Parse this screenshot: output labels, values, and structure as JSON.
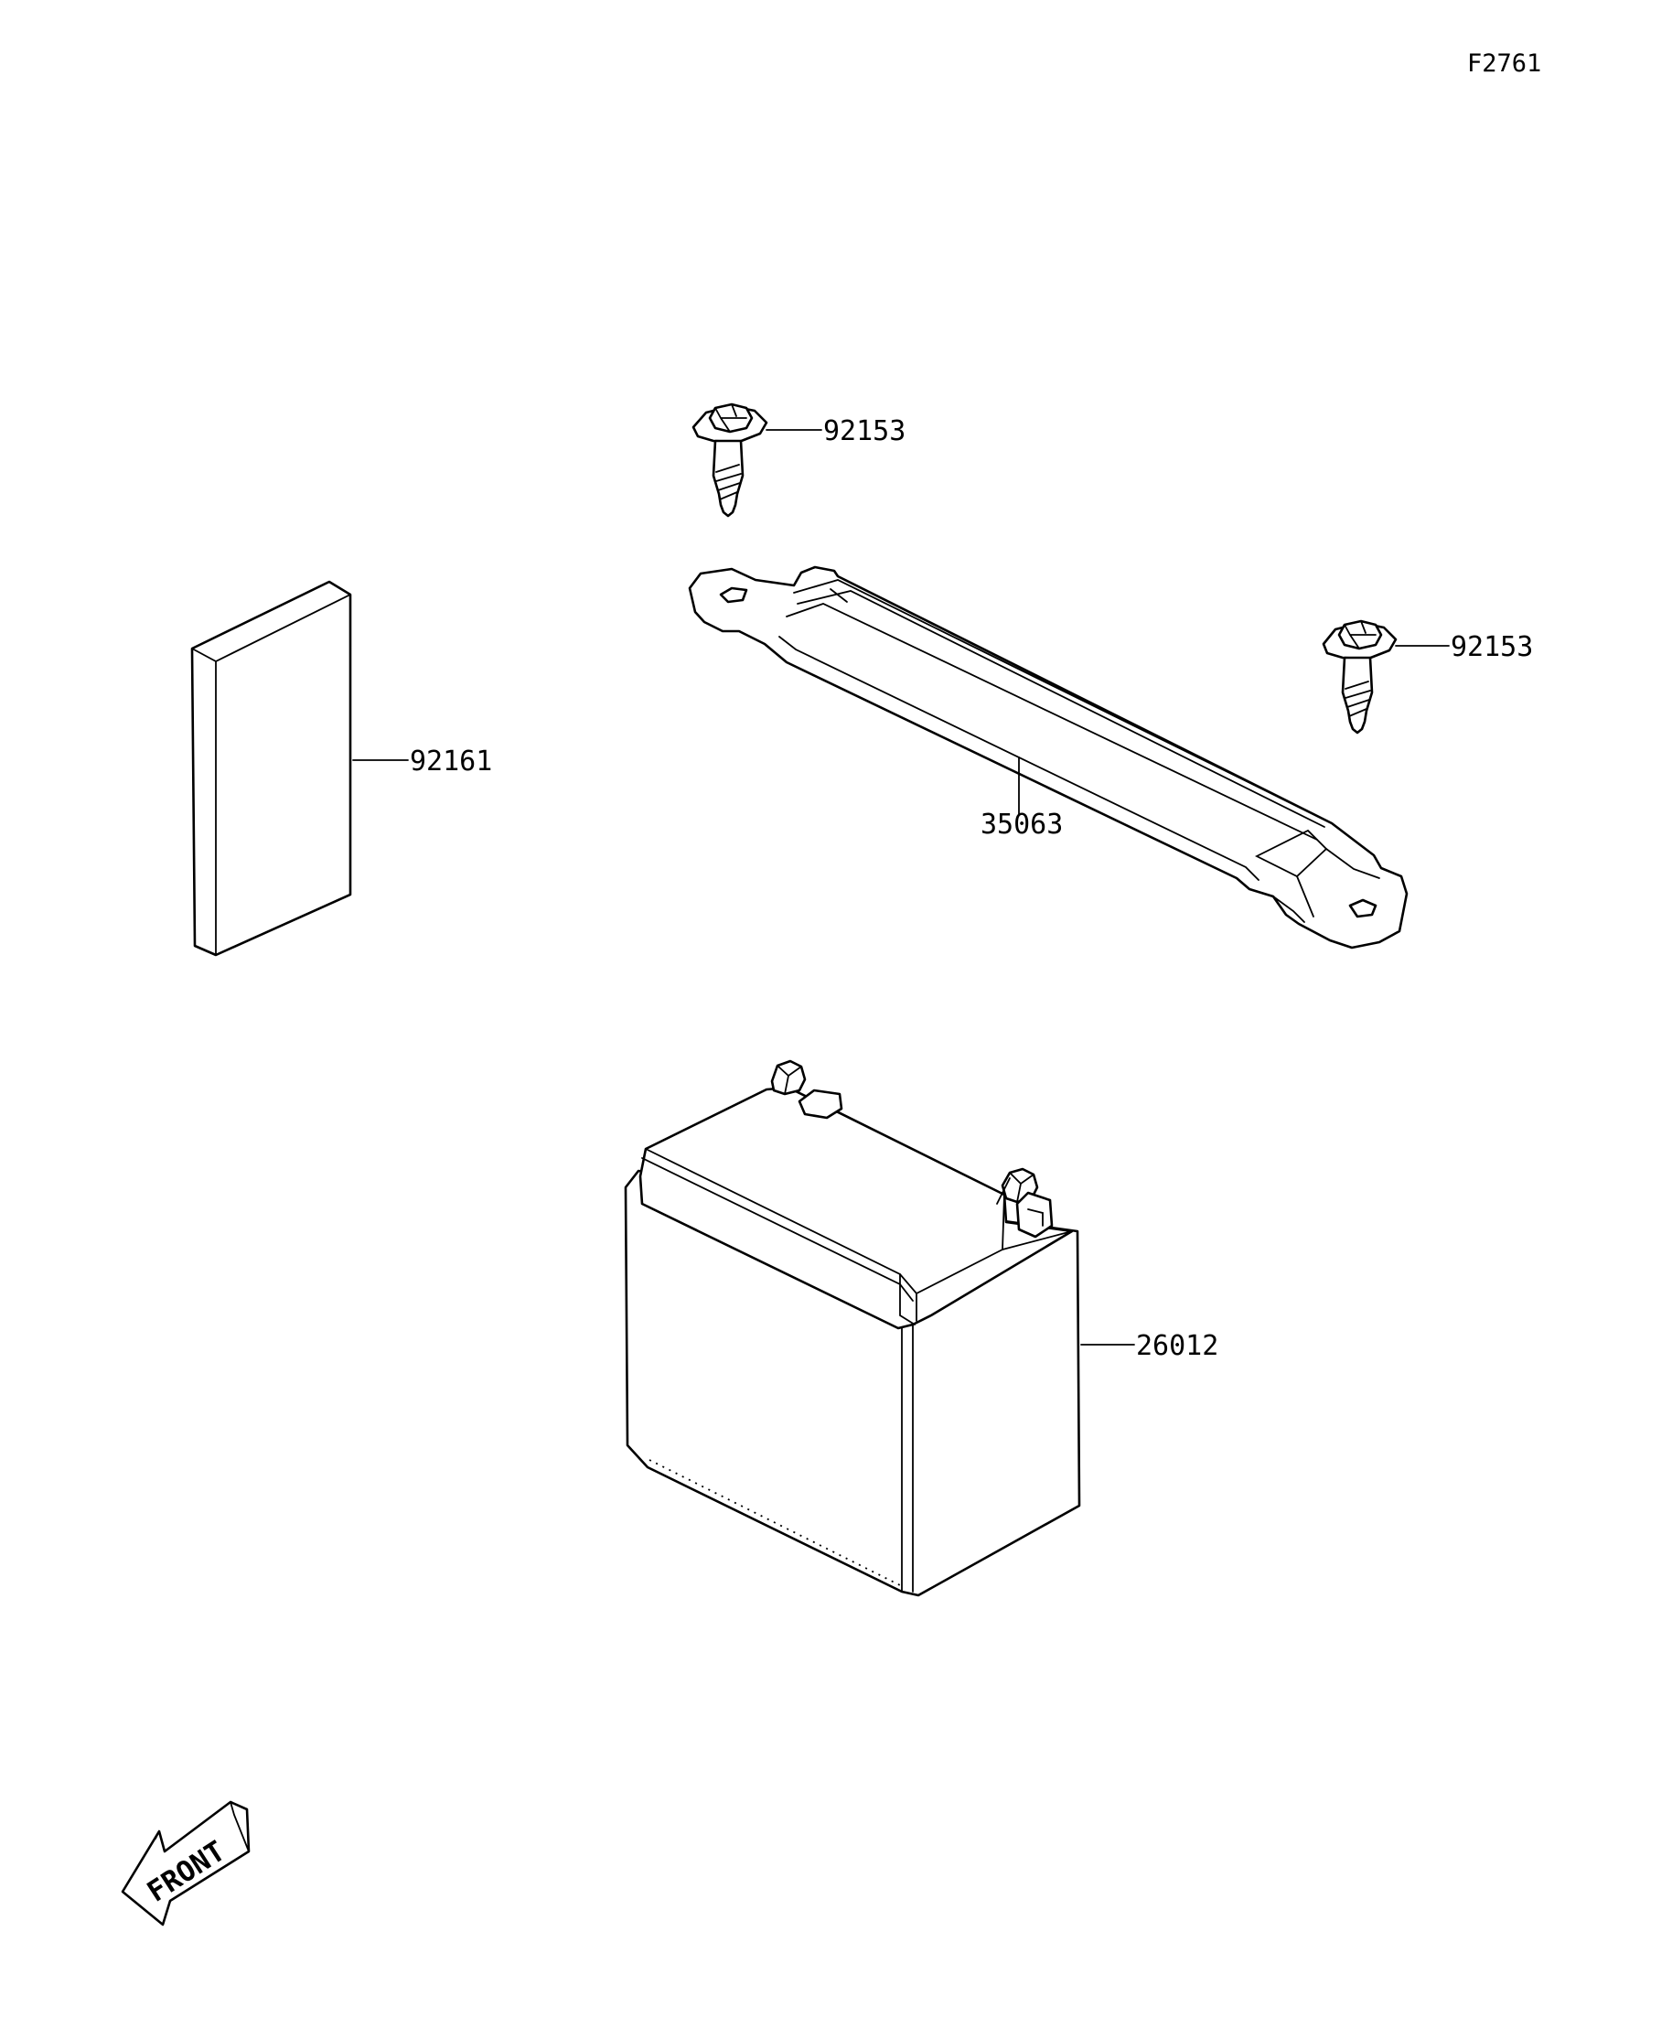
{
  "figure_code": "F2761",
  "front_label": "FRONT",
  "parts": [
    {
      "number": "92153",
      "name": "bolt-upper"
    },
    {
      "number": "92153",
      "name": "bolt-right"
    },
    {
      "number": "92161",
      "name": "pad"
    },
    {
      "number": "35063",
      "name": "battery-strap"
    },
    {
      "number": "26012",
      "name": "battery"
    }
  ]
}
